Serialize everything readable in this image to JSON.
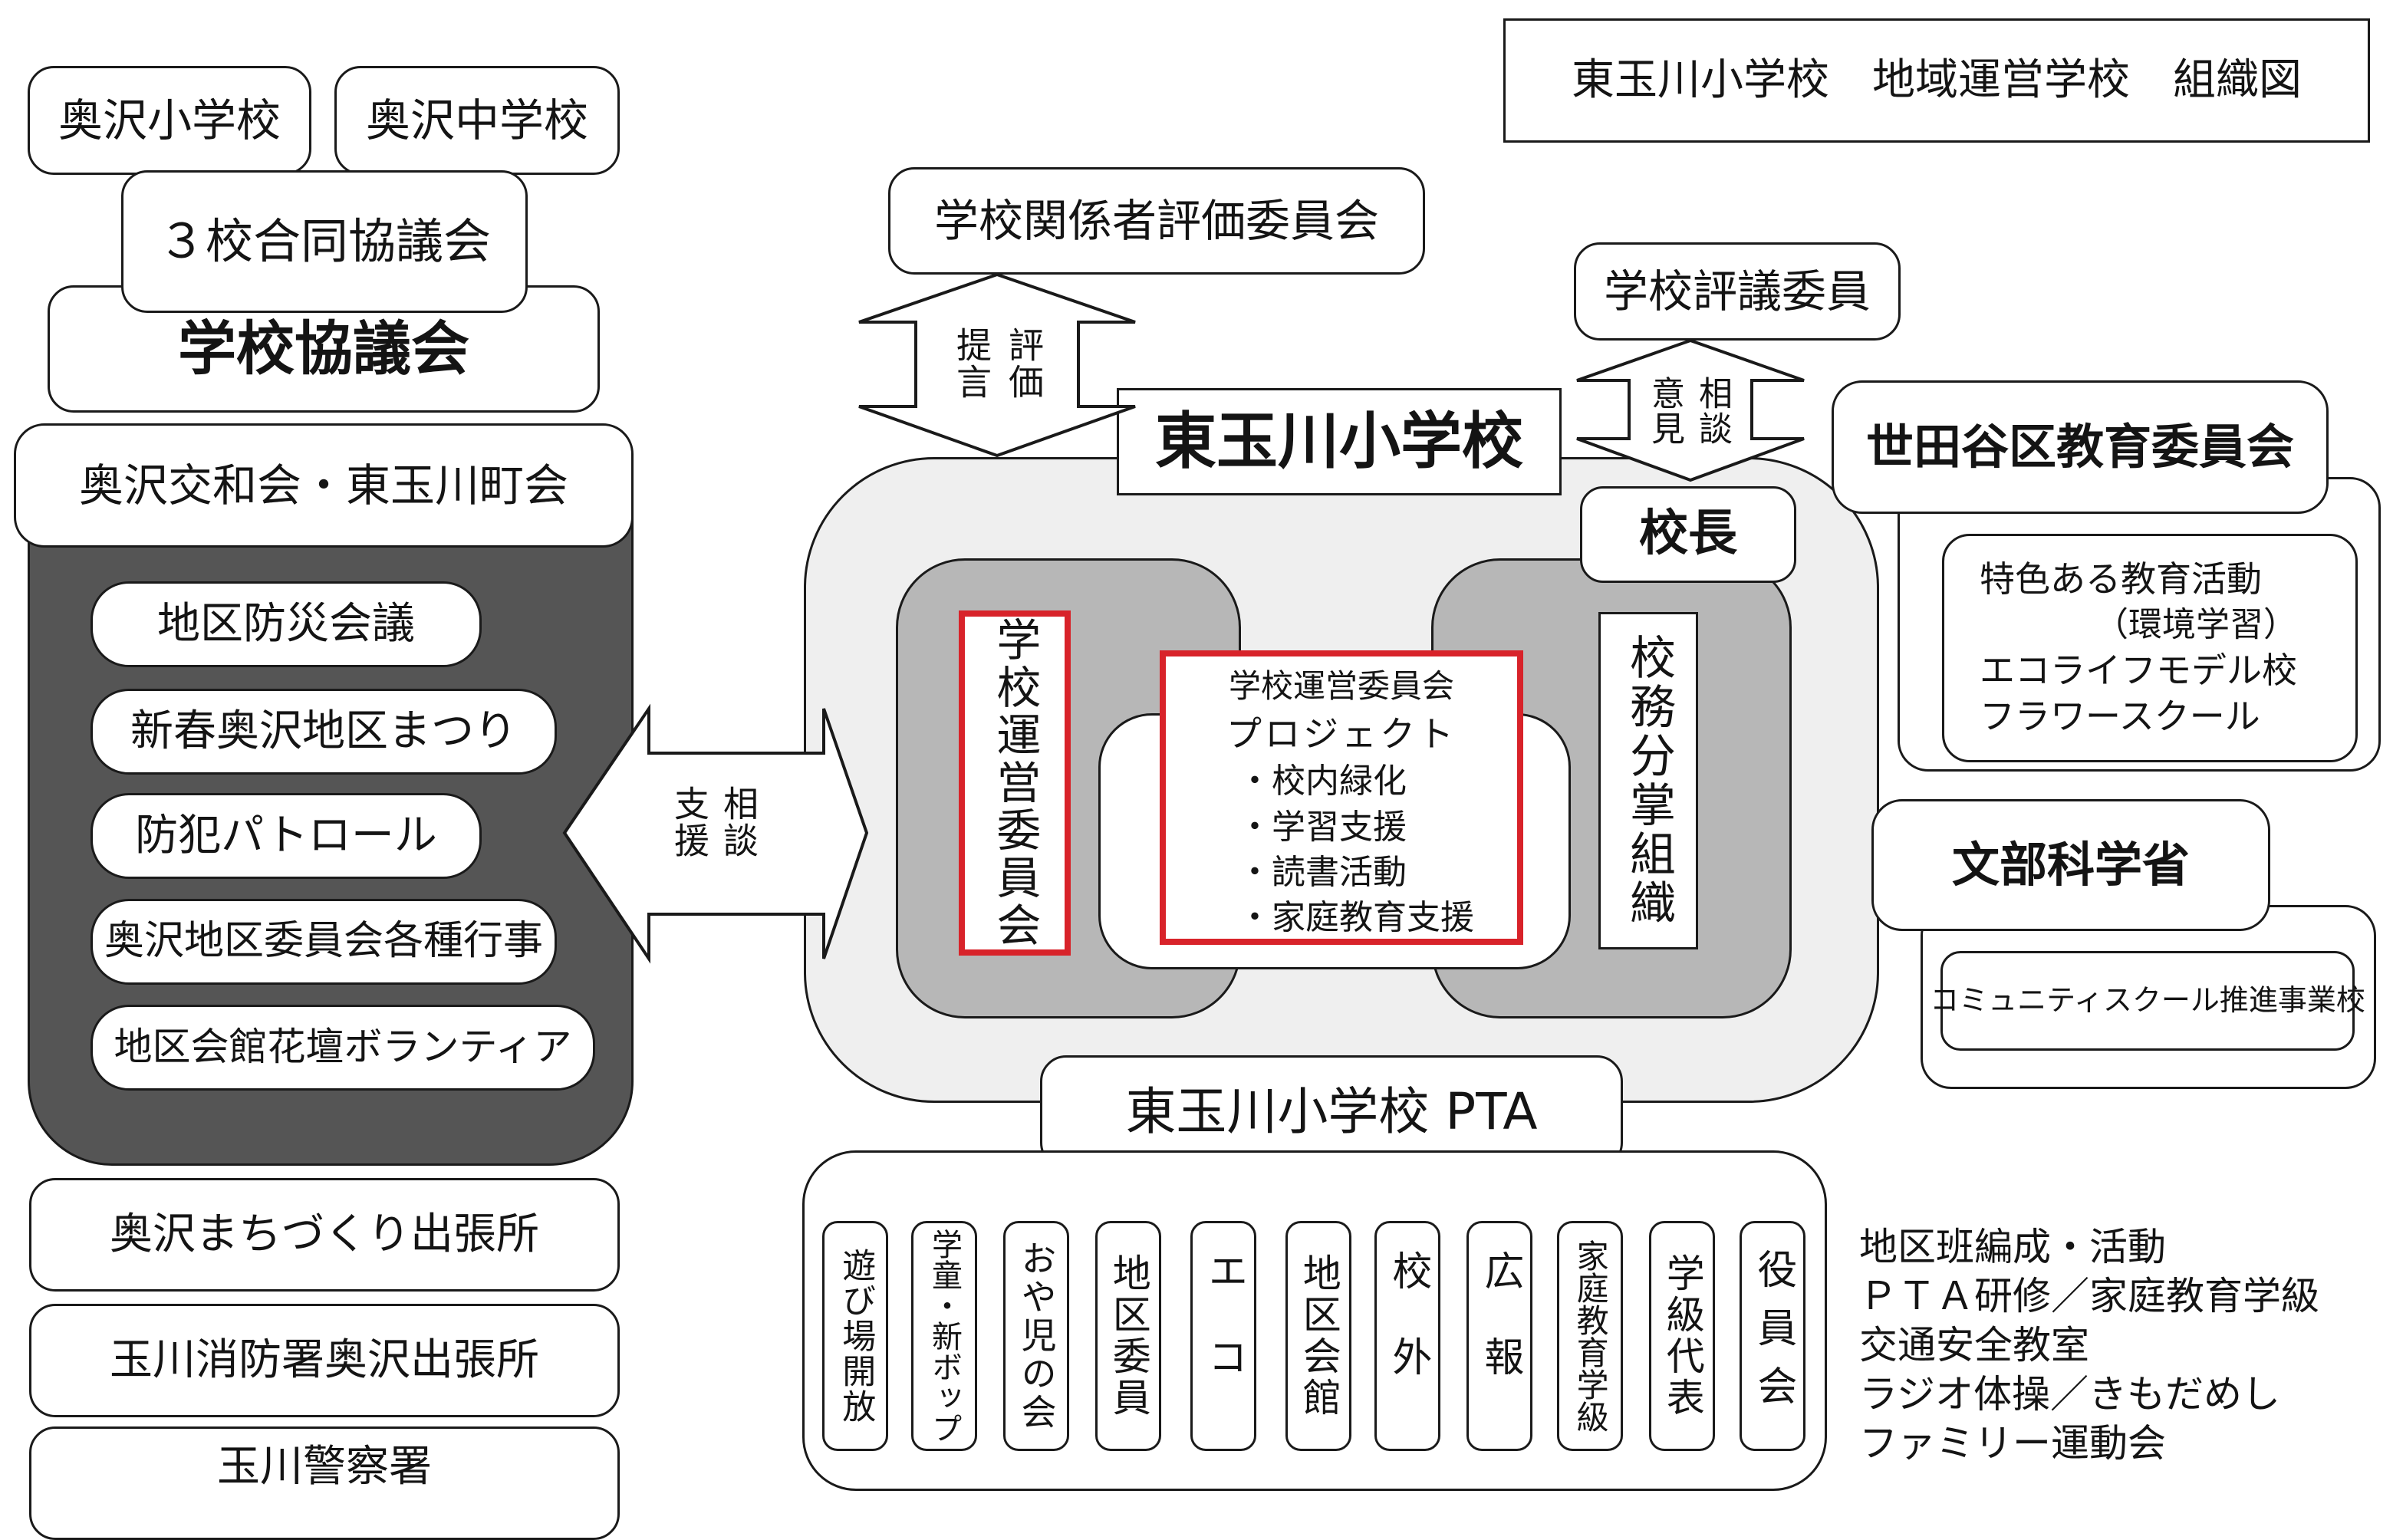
{
  "title": "東玉川小学校　地域運営学校　組織図",
  "colors": {
    "line": "#1a1a1a",
    "dark_panel": "#555555",
    "light_panel": "#efefef",
    "mid_panel": "#b7b7b7",
    "red": "#d8232a"
  },
  "left": {
    "school_a": "奥沢小学校",
    "school_b": "奥沢中学校",
    "joint_council": "３校合同協議会",
    "school_council": "学校協議会",
    "community": "奥沢交和会・東玉川町会",
    "events": [
      "地区防災会議",
      "新春奥沢地区まつり",
      "防犯パトロール",
      "奥沢地区委員会各種行事",
      "地区会館花壇ボランティア"
    ],
    "offices": [
      "奥沢まちづくり出張所",
      "玉川消防署奥沢出張所",
      "玉川警察署"
    ]
  },
  "center": {
    "evaluation_committee": "学校関係者評価委員会",
    "arrow_eval_up": "評価",
    "arrow_eval_down": "提言",
    "school_name": "東玉川小学校",
    "council_member": "学校評議委員",
    "arrow_council_a": "相談",
    "arrow_council_b": "意見",
    "principal": "校長",
    "management_committee_vertical": "学校運営委員会",
    "management_committee": "学校運営委員会",
    "project_heading": "プロジェクト",
    "projects": [
      "・校内緑化",
      "・学習支援",
      "・読書活動",
      "・家庭教育支援"
    ],
    "duty_org": "校務分掌組織",
    "arrow_support_a": "相談",
    "arrow_support_b": "支援",
    "pta": "東玉川小学校 PTA",
    "pta_committees": [
      "遊び場開放",
      "学童・新ボップ",
      "おや児の会",
      "地区委員",
      "エコ",
      "地区会館",
      "校外",
      "広報",
      "家庭教育学級",
      "学級代表",
      "役員会"
    ]
  },
  "right": {
    "board": "世田谷区教育委員会",
    "board_items": [
      "特色ある教育活動",
      "（環境学習）",
      "エコライフモデル校",
      "フラワースクール"
    ],
    "ministry": "文部科学省",
    "ministry_item": "コミュニティスクール推進事業校",
    "pta_activities": [
      "地区班編成・活動",
      "ＰＴＡ研修／家庭教育学級",
      "交通安全教室",
      "ラジオ体操／きもだめし",
      "ファミリー運動会"
    ]
  }
}
